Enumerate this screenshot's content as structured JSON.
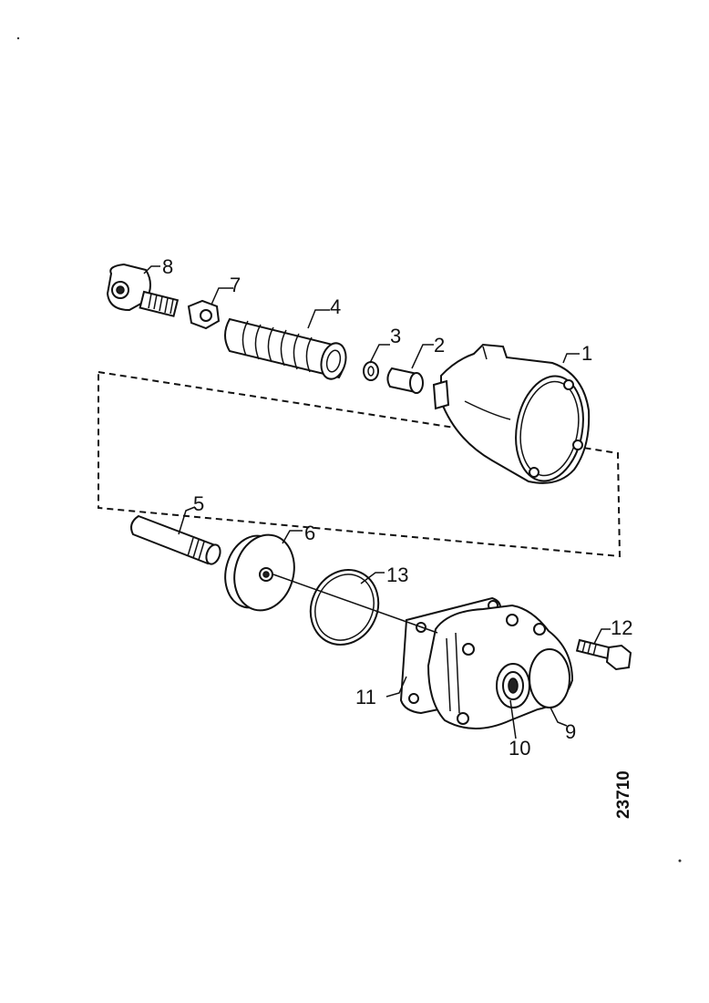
{
  "diagram": {
    "reference_number": "23710",
    "callouts": [
      "1",
      "2",
      "3",
      "4",
      "5",
      "6",
      "7",
      "8",
      "9",
      "10",
      "11",
      "12",
      "13"
    ]
  }
}
